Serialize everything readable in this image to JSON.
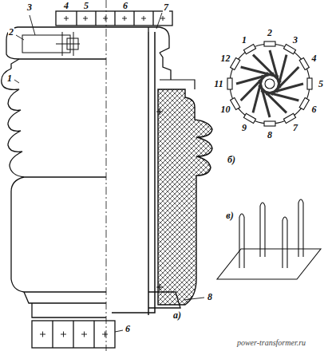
{
  "diagram": {
    "labels": [
      "3",
      "4",
      "5",
      "6",
      "2",
      "7",
      "1",
      "8",
      "6",
      "а)",
      "1",
      "2",
      "3",
      "4",
      "5",
      "6",
      "7",
      "8",
      "9",
      "10",
      "11",
      "12",
      "б)",
      "в)",
      "power-transformer.ru"
    ]
  }
}
